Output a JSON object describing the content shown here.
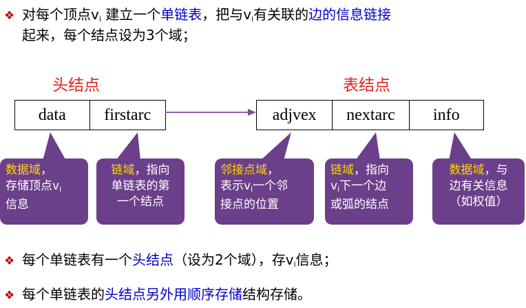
{
  "intro": {
    "line1_a": "对每个顶点v",
    "line1_sub": "i",
    "line1_b": " 建立一个",
    "line1_link1": "单链表",
    "line1_c": "，把与v",
    "line1_sub2": "i",
    "line1_d": "有关联的",
    "line1_link2": "边的信息链接",
    "line2": "起来，每个结点设为3个域；"
  },
  "head_node": {
    "title": "头结点",
    "fields": [
      "data",
      "firstarc"
    ]
  },
  "table_node": {
    "title": "表结点",
    "fields": [
      "adjvex",
      "nextarc",
      "info"
    ]
  },
  "callouts": [
    {
      "hl": "数据域",
      "t1": "，",
      "l2a": "存储顶点v",
      "sub": "i",
      "l2b": "",
      "l3": "信息"
    },
    {
      "hl": "链域",
      "t1": "，指向",
      "l2a": "单链表的第",
      "sub": "",
      "l2b": "",
      "l3": "一个结点"
    },
    {
      "hl": "邻接点域",
      "t1": "，",
      "l2a": "表示v",
      "sub": "i",
      "l2b": "一个邻",
      "l3": "接点的位置"
    },
    {
      "hl": "链域",
      "t1": "，指向",
      "l2a": "v",
      "sub": "i",
      "l2b": "下一个边",
      "l3": "或弧的结点"
    },
    {
      "hl": "数据域",
      "t1": "，与",
      "l2a": "边有关信息",
      "sub": "",
      "l2b": "",
      "l3": "（如权值）"
    }
  ],
  "bottom": {
    "b1_a": "每个单链表有一个",
    "b1_link": "头结点",
    "b1_b": "（设为2个域），存v",
    "b1_sub": "i",
    "b1_c": "信息；",
    "b2_a": "每个单链表的",
    "b2_link": "头结点另外用顺序存储",
    "b2_b": "结构存储。"
  },
  "colors": {
    "bullet": "#c00000",
    "link": "#0000cc",
    "label": "#e0201a",
    "callout": "#6b3f8a",
    "highlight": "#ffd700",
    "arrow": "#7b4a9e"
  },
  "icons": {
    "bullet": "diamond-bullet-icon"
  }
}
